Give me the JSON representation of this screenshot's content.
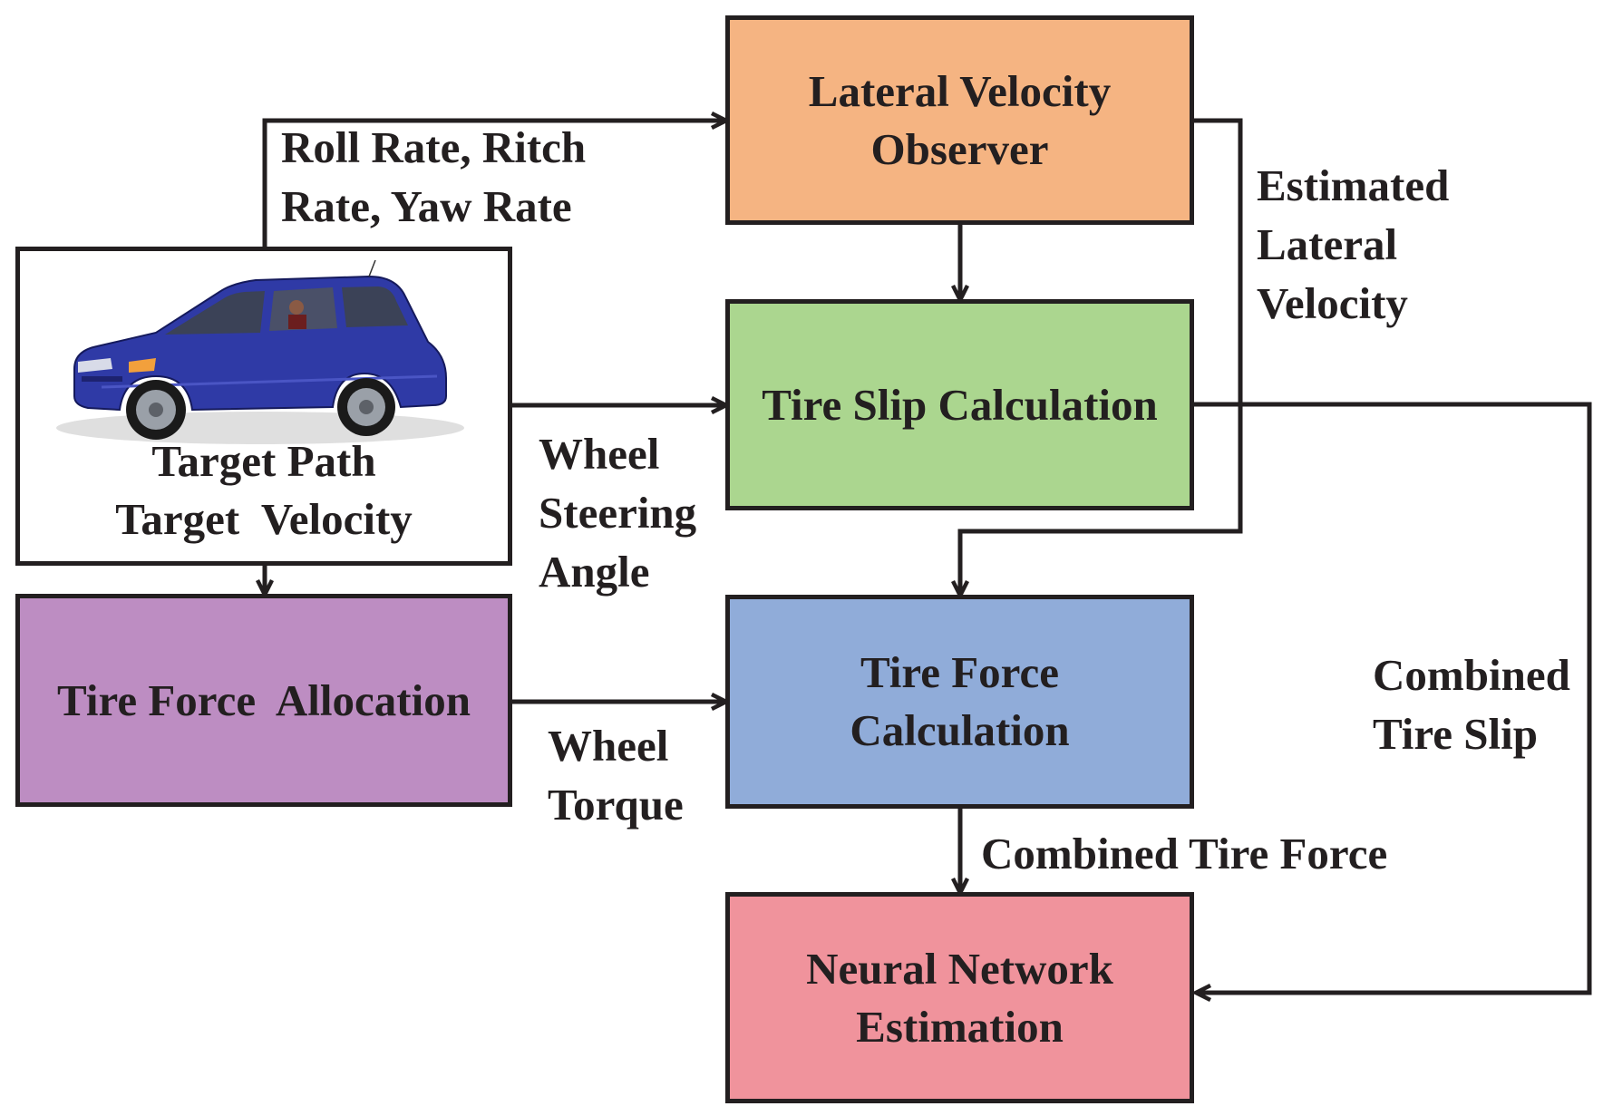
{
  "blocks": {
    "lateral_observer": "Lateral Velocity Observer",
    "tire_slip": "Tire Slip Calculation",
    "tire_force_calc": "Tire Force Calculation",
    "neural_network": "Neural Network Estimation",
    "force_allocation": "Tire Force  Allocation",
    "vehicle": {
      "line1": "Target Path",
      "line2": "Target  Velocity"
    }
  },
  "signals": {
    "rates": [
      "Roll Rate, Ritch",
      "Rate, Yaw Rate"
    ],
    "estimated_lateral_velocity": [
      "Estimated",
      "Lateral",
      "Velocity"
    ],
    "wheel_steering_angle": [
      "Wheel",
      "Steering",
      "Angle"
    ],
    "wheel_torque": [
      "Wheel",
      "Torque"
    ],
    "combined_tire_slip": [
      "Combined",
      "Tire Slip"
    ],
    "combined_tire_force": "Combined Tire Force"
  },
  "colors": {
    "lateral_observer": "#f5b482",
    "tire_slip": "#abd68f",
    "tire_force_calc": "#90acd9",
    "neural_network": "#f0939c",
    "force_allocation": "#bd8dc2",
    "car_body": "#2f3aa6",
    "line": "#231f20"
  }
}
